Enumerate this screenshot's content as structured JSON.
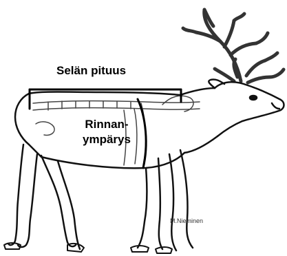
{
  "labels": {
    "back_length": "Selän pituus",
    "chest_line1": "Rinnan-",
    "chest_line2": "ympärys"
  },
  "credit": "M.Nieminen"
}
